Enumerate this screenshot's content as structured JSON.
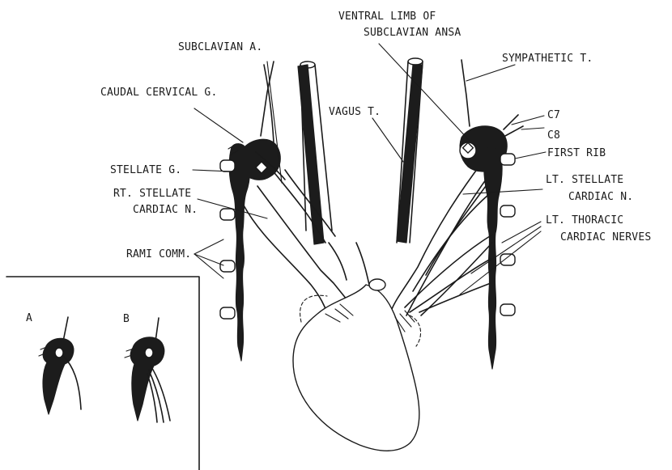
{
  "labels": {
    "subclavian_a": "SUBCLAVIAN A.",
    "ventral_limb_1": "VENTRAL LIMB OF",
    "ventral_limb_2": "SUBCLAVIAN ANSA",
    "sympathetic_t": "SYMPATHETIC T.",
    "caudal_cervical_g": "CAUDAL CERVICAL G.",
    "c7": "C7",
    "c8": "C8",
    "vagus_t": "VAGUS T.",
    "first_rib": "FIRST RIB",
    "stellate_g": "STELLATE G.",
    "lt_stellate_1": "LT. STELLATE",
    "lt_stellate_2": "CARDIAC N.",
    "rt_stellate_1": "RT. STELLATE",
    "rt_stellate_2": "CARDIAC N.",
    "lt_thoracic_1": "LT. THORACIC",
    "lt_thoracic_2": "CARDIAC NERVES",
    "rami_comm": "RAMI COMM."
  },
  "inset": {
    "label_a": "A",
    "label_b": "B"
  }
}
